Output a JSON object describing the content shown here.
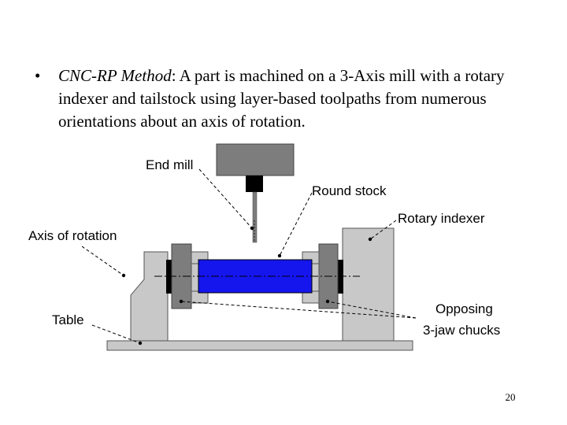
{
  "bullet": {
    "marker": "•",
    "term": "CNC-RP Method",
    "separator": ":",
    "text": "  A part is machined on a 3-Axis mill with a rotary indexer and tailstock using layer-based toolpaths from numerous orientations about an axis of rotation."
  },
  "diagram": {
    "labels": {
      "end_mill": "End mill",
      "round_stock": "Round stock",
      "rotary_indexer": "Rotary indexer",
      "axis_of_rotation": "Axis of rotation",
      "table": "Table",
      "opposing": "Opposing",
      "jaw_chucks": "3-jaw chucks"
    },
    "colors": {
      "machine_gray": "#c8c8c8",
      "dark_gray": "#7d7d7d",
      "stock_blue": "#1515ee",
      "black": "#000000"
    }
  },
  "slide_number": "20"
}
